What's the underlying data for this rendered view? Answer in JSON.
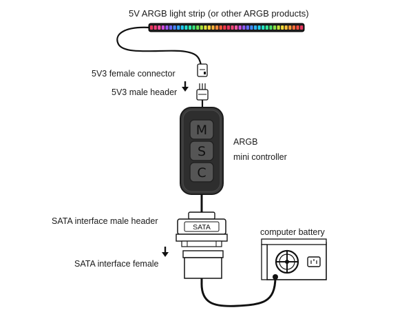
{
  "labels": {
    "strip": "5V ARGB light strip (or other ARGB products)",
    "female_connector": "5V3 female connector",
    "male_header": "5V3 male header",
    "controller_line1": "ARGB",
    "controller_line2": "mini controller",
    "sata_male": "SATA interface male header",
    "sata_female": "SATA interface female",
    "battery": "computer battery"
  },
  "controller_buttons": [
    "M",
    "S",
    "C"
  ],
  "sata_plug_text": "SATA",
  "strip_led_colors": [
    "#e8365e",
    "#f2407a",
    "#ff4fa0",
    "#d24bdb",
    "#9b57f0",
    "#6a66ff",
    "#4a82ff",
    "#2fa7ff",
    "#1ec8f2",
    "#21e0d2",
    "#2ee8a8",
    "#39e27c",
    "#6be052",
    "#a8e23a",
    "#dfe23a",
    "#ffd23a",
    "#ffb23a",
    "#ff8a3a",
    "#ff5a3a",
    "#f5384a",
    "#e8365e",
    "#f04678",
    "#ff58a4",
    "#c64fe0",
    "#8e5cf4",
    "#5f6cff",
    "#3f8cff",
    "#2ab2ff",
    "#1ed2ee",
    "#26e4c6",
    "#33e89a",
    "#4ae06c",
    "#86e046",
    "#c4e23a",
    "#f4da3a",
    "#ffc03a",
    "#ff9a3a",
    "#ff6e3a",
    "#f74a40",
    "#e8365e"
  ],
  "colors": {
    "device_body": "#3a3a3a",
    "device_edge": "#1b1b1b",
    "cable": "#111111",
    "strip_body": "#1d1d1d"
  },
  "icons": [
    "arrow-down-icon",
    "fan-icon",
    "power-socket-icon"
  ]
}
